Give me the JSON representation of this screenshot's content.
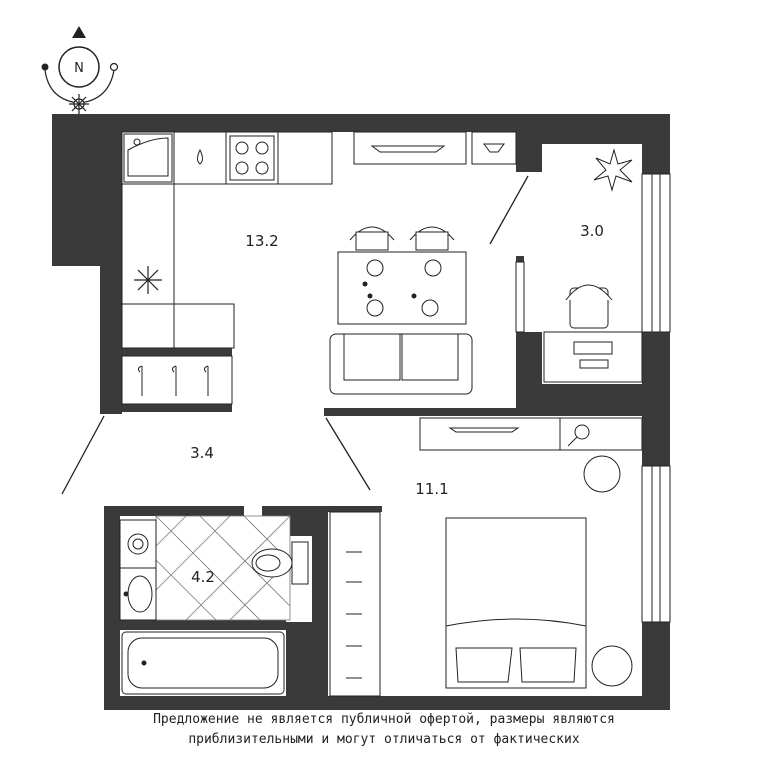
{
  "compass": {
    "letter": "N"
  },
  "rooms": [
    {
      "id": "kitchen-living",
      "area": "13.2"
    },
    {
      "id": "balcony",
      "area": "3.0"
    },
    {
      "id": "hallway",
      "area": "3.4"
    },
    {
      "id": "bedroom",
      "area": "11.1"
    },
    {
      "id": "bathroom",
      "area": "4.2"
    }
  ],
  "disclaimer": {
    "line1": "Предложение не является публичной офертой, размеры являются",
    "line2": "приблизительными и могут отличаться от фактических"
  },
  "colors": {
    "wall": "#3a3a3a",
    "line": "#222222",
    "background": "#ffffff"
  }
}
